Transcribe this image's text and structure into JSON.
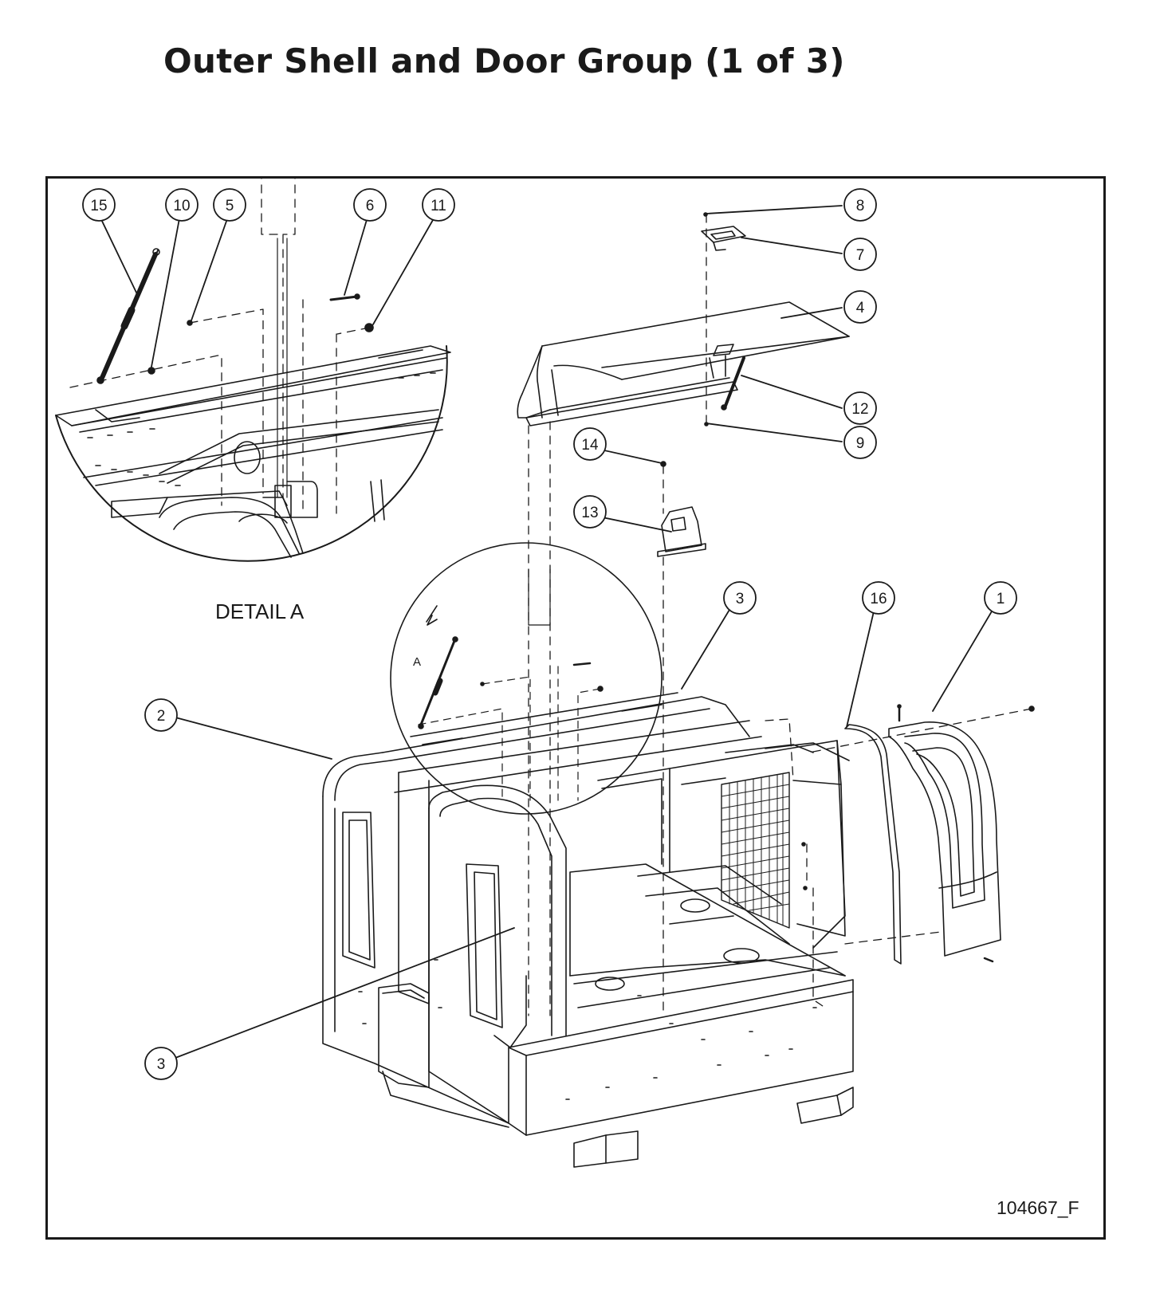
{
  "title": "Outer Shell and Door Group (1 of 3)",
  "detail_label": "DETAIL A",
  "view_marker": "A",
  "drawing_number": "104667_F",
  "callouts": [
    "15",
    "10",
    "5",
    "6",
    "11",
    "8",
    "7",
    "4",
    "12",
    "9",
    "14",
    "13",
    "3",
    "16",
    "1",
    "2",
    "3"
  ]
}
